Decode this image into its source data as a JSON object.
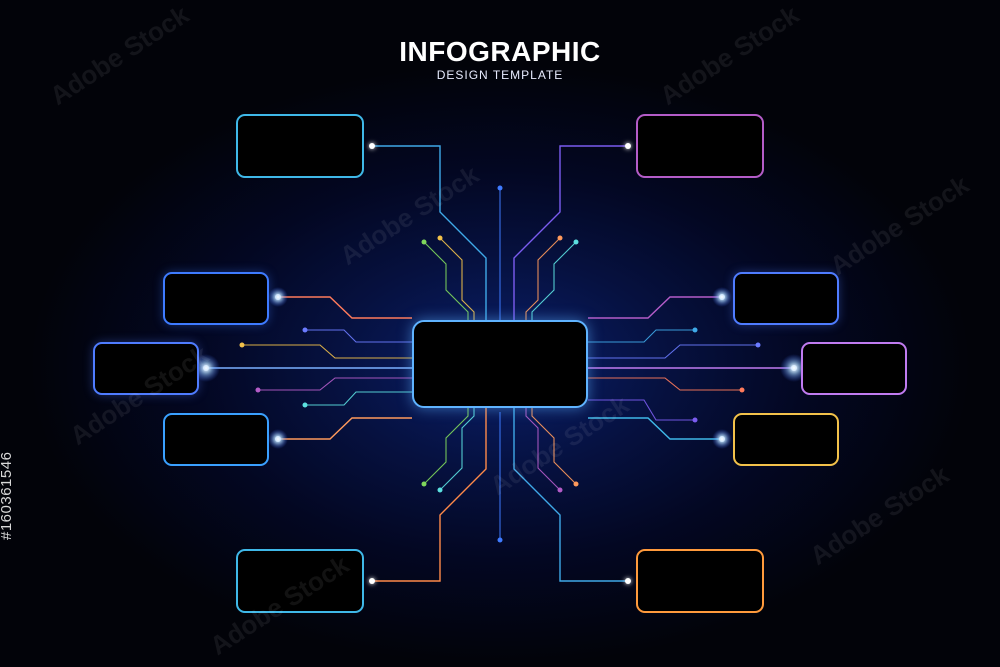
{
  "header": {
    "title": "INFOGRAPHIC",
    "subtitle": "DESIGN TEMPLATE"
  },
  "side_id": "#160361546",
  "watermark": "Adobe Stock",
  "colors": {
    "background": "#020309",
    "glow": "#0a1f6a",
    "center_border": "#5fb3ff",
    "box_top_left": "#3fb8e8",
    "box_mid_left_1": "#3e7bff",
    "box_mid_left_2": "#4f7cff",
    "box_mid_left_3": "#3aa0ff",
    "box_bottom_left": "#3fb8e8",
    "box_top_right": "#b45cc8",
    "box_mid_right_1": "#4f7cff",
    "box_mid_right_2": "#c07bf0",
    "box_mid_right_3": "#f2c14a",
    "box_bottom_right": "#ff9a3c"
  }
}
